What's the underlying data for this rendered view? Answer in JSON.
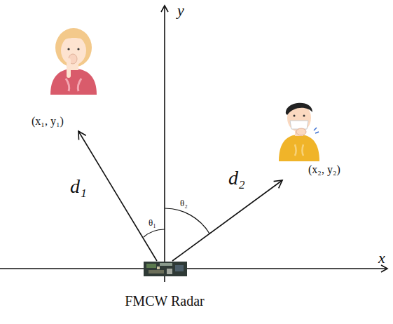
{
  "diagram": {
    "nodes": [
      {
        "text": [
          "FMCW Radar"
        ]
      },
      {
        "text": [
          "(x₁, y₁)"
        ]
      },
      {
        "text": [
          "(x₂, y₂)"
        ]
      }
    ],
    "edges": [
      {
        "from": 0,
        "to": 1,
        "arrow": "to",
        "label": "d₁"
      },
      {
        "from": 0,
        "to": 2,
        "arrow": "to",
        "label": "d₂"
      }
    ],
    "labels": [
      "y",
      "x",
      "θ₁",
      "θ₂"
    ]
  }
}
